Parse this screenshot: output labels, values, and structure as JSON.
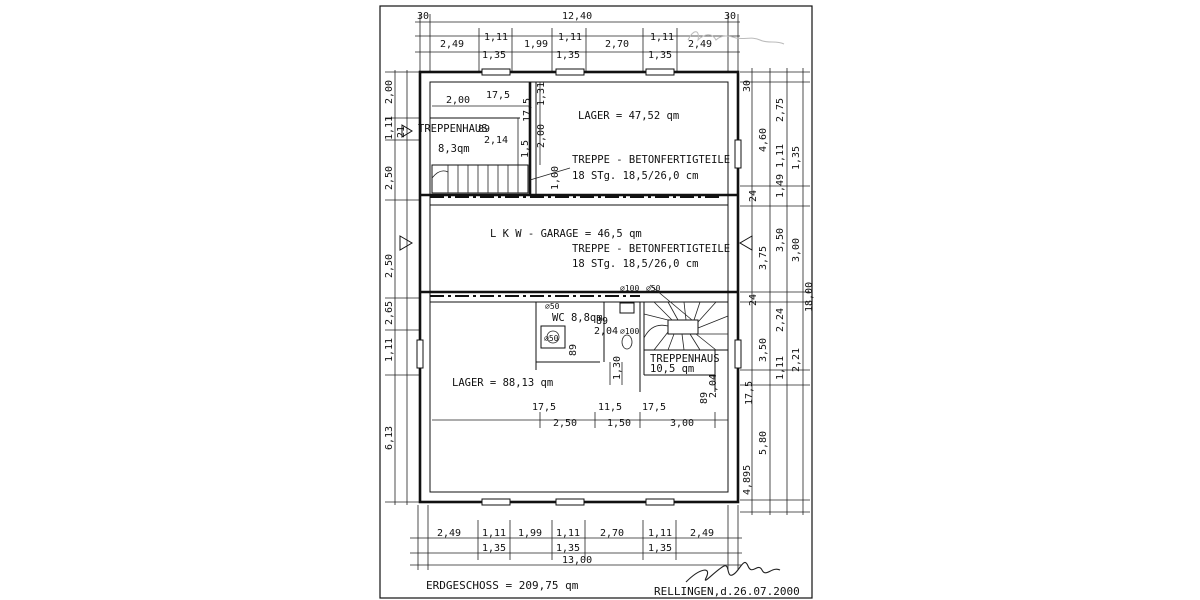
{
  "top_dims": {
    "overall": "12,40",
    "left_wall": "30",
    "right_wall": "30",
    "row1": [
      "2,49",
      "1,11",
      "1,99",
      "1,11",
      "2,70",
      "1,11",
      "2,49"
    ],
    "row2": [
      "1,35",
      "1,35",
      "1,35"
    ]
  },
  "bottom_dims": {
    "row1": [
      "2,49",
      "1,11",
      "1,99",
      "1,11",
      "2,70",
      "1,11",
      "2,49"
    ],
    "row2": [
      "1,35",
      "1,35",
      "1,35"
    ],
    "overall": "13,00"
  },
  "left_dims": [
    "2,00",
    "1,11",
    "21",
    "2,50",
    "2,50",
    "2,65",
    "1,11",
    "6,13"
  ],
  "right_dims_inner": [
    "30",
    "24",
    "24",
    "17,5"
  ],
  "right_dims_mid": [
    "4,60",
    "1,49",
    "3,50",
    "3,75",
    "2,24",
    "3,50",
    "5,80",
    "4,895"
  ],
  "right_dims_outer": [
    "2,75",
    "1,11",
    "1,35",
    "3,00",
    "18,00",
    "1,11",
    "2,21"
  ],
  "rooms": {
    "lager_top": "LAGER = 47,52 qm",
    "treppenhaus_top": "TREPPENHAUS",
    "treppenhaus_top_area": "8,3qm",
    "stair_top_1": "TREPPE - BETONFERTIGTEILE",
    "stair_top_2": "18 STg. 18,5/26,0 cm",
    "garage": "L K W - GARAGE = 46,5 qm",
    "stair_mid_1": "TREPPE - BETONFERTIGTEILE",
    "stair_mid_2": "18 STg. 18,5/26,0 cm",
    "wc": "WC 8,8qm",
    "treppenhaus_bottom": "TREPPENHAUS",
    "treppenhaus_bottom_area": "10,5 qm",
    "lager_bottom": "LAGER = 88,13 qm"
  },
  "inner_dims": {
    "t1": "2,00",
    "t2": "17,5",
    "t3": "17,5",
    "t4": "1,31",
    "t5": "89",
    "t6": "2,14",
    "t7": "2,00",
    "t8": "1,5",
    "t9": "1,00",
    "w1": "⌀50",
    "w2": "⌀100",
    "w3": "⌀50",
    "w4": "89",
    "w5": "2,04",
    "w6": "⌀100",
    "w7": "⌀50",
    "w8": "89",
    "w9": "1,30",
    "w10": "89",
    "w11": "2,04",
    "b1": "17,5",
    "b2": "11,5",
    "b3": "17,5",
    "b4": "2,50",
    "b5": "1,50",
    "b6": "3,00"
  },
  "footer": {
    "area_total": "ERDGESCHOSS = 209,75 qm",
    "place_date": "RELLINGEN,d.26.07.2000"
  },
  "signature_text": "Schulz"
}
